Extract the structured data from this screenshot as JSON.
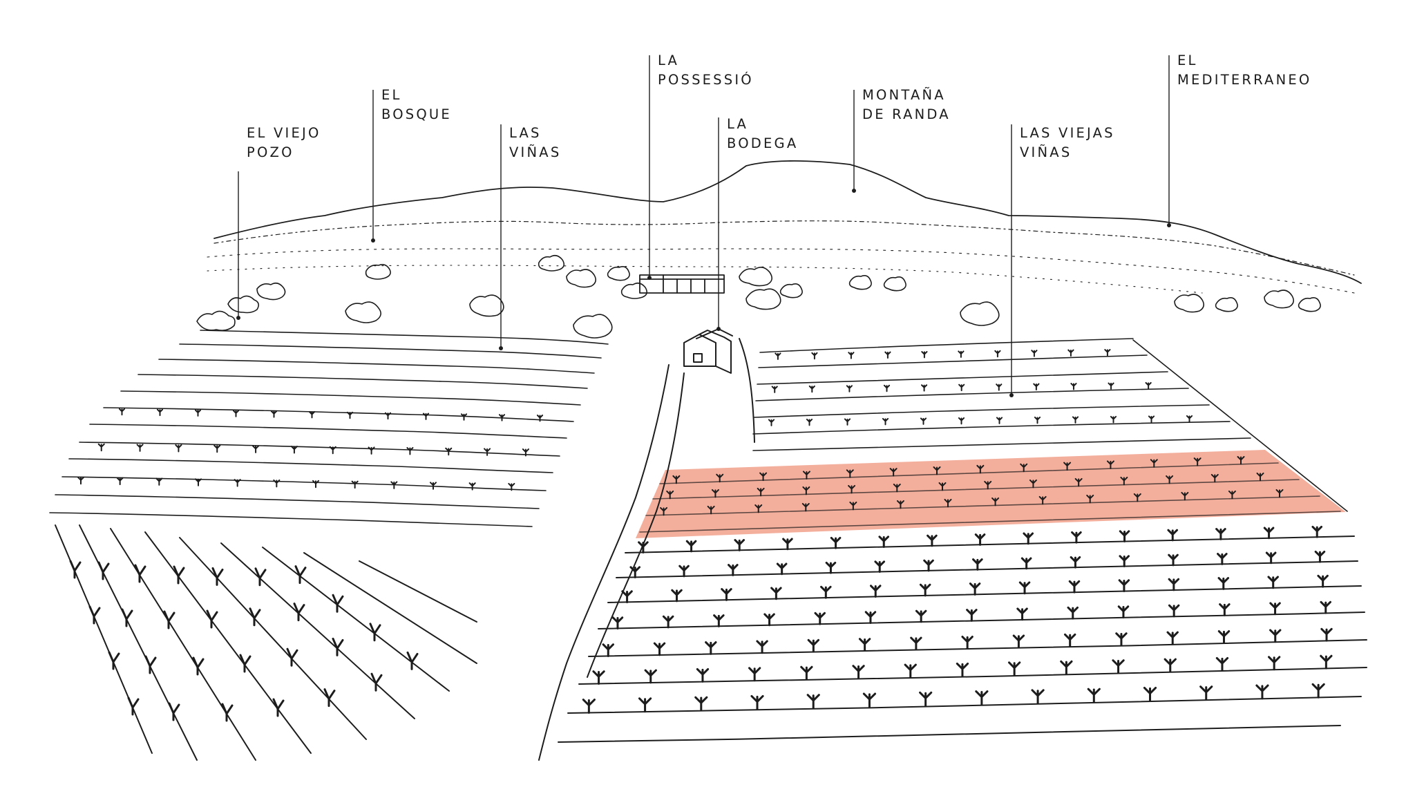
{
  "highlight_color": "#f2a08b",
  "ink_color": "#1c1c1c",
  "callouts": [
    {
      "id": "el-viejo-pozo",
      "lines": [
        "EL VIEJO",
        "POZO"
      ]
    },
    {
      "id": "el-bosque",
      "lines": [
        "EL",
        "BOSQUE"
      ]
    },
    {
      "id": "las-vinas",
      "lines": [
        "LAS",
        "VIÑAS"
      ]
    },
    {
      "id": "la-possessio",
      "lines": [
        "LA",
        "POSSESSIÓ"
      ]
    },
    {
      "id": "la-bodega",
      "lines": [
        "LA",
        "BODEGA"
      ]
    },
    {
      "id": "montana-de-randa",
      "lines": [
        "MONTAÑA",
        "DE RANDA"
      ]
    },
    {
      "id": "las-viejas-vinas",
      "lines": [
        "LAS VIEJAS",
        "VIÑAS"
      ]
    },
    {
      "id": "el-mediterraneo",
      "lines": [
        "EL",
        "MEDITERRANEO"
      ]
    }
  ],
  "highlighted_plot": "vineyard-parcel"
}
